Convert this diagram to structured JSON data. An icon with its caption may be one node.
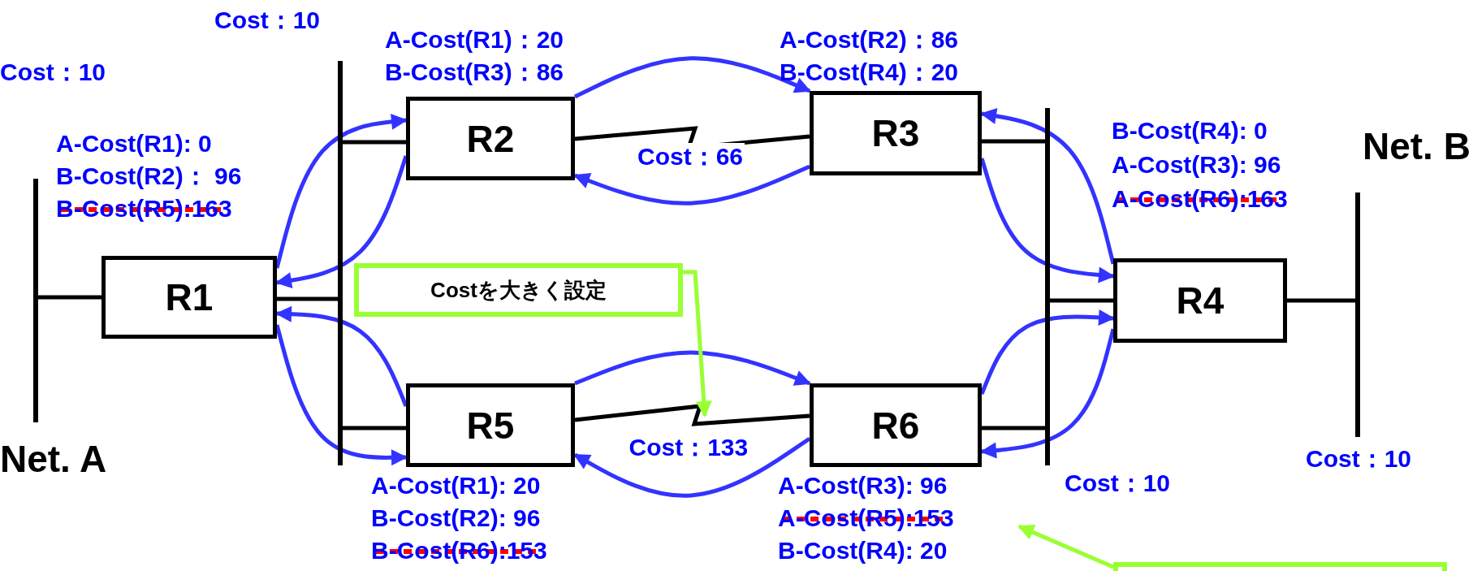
{
  "diagram": {
    "nodes": [
      {
        "text": [],
        "shape": "bar",
        "beside": [
          "Net. A",
          "Cost：10"
        ]
      },
      {
        "text": [
          "R1"
        ],
        "beside": [
          "A-Cost(R1): 0",
          "B-Cost(R2)： 96",
          "B-Cost(R5):163"
        ]
      },
      {
        "text": [],
        "shape": "bar",
        "beside": [
          "Cost：10"
        ]
      },
      {
        "text": [
          "R2"
        ],
        "beside": [
          "A-Cost(R1)：20",
          "B-Cost(R3)：86"
        ]
      },
      {
        "text": [
          "R3"
        ],
        "beside": [
          "A-Cost(R2)：86",
          "B-Cost(R4)：20"
        ]
      },
      {
        "text": [
          "R5"
        ],
        "beside": [
          "A-Cost(R1): 20",
          "B-Cost(R2): 96",
          "B-Cost(R6):153"
        ]
      },
      {
        "text": [
          "R6"
        ],
        "beside": [
          "A-Cost(R3): 96",
          "A-Cost(R5):153",
          "B-Cost(R4): 20"
        ]
      },
      {
        "text": [],
        "shape": "bar",
        "beside": [
          "Cost：10"
        ]
      },
      {
        "text": [
          "R4"
        ],
        "beside": [
          "B-Cost(R4): 0",
          "A-Cost(R3): 96",
          "A-Cost(R6):163"
        ]
      },
      {
        "text": [],
        "shape": "bar",
        "beside": [
          "Net. B",
          "Cost：10"
        ]
      },
      {
        "text": [
          "Costを大きく設定"
        ]
      },
      {
        "text": [],
        "shape": "box"
      }
    ],
    "edges": [
      {
        "from": 0,
        "to": 1,
        "arrow": "none",
        "color": "#000000"
      },
      {
        "from": 1,
        "to": 2,
        "arrow": "none",
        "color": "#000000"
      },
      {
        "from": 2,
        "to": 3,
        "arrow": "none",
        "color": "#000000"
      },
      {
        "from": 2,
        "to": 5,
        "arrow": "none",
        "color": "#000000"
      },
      {
        "from": 3,
        "to": 4,
        "arrow": "none",
        "label": "Cost：66",
        "color": "#000000"
      },
      {
        "from": 5,
        "to": 6,
        "arrow": "none",
        "label": "Cost：133",
        "color": "#000000"
      },
      {
        "from": 4,
        "to": 7,
        "arrow": "none",
        "color": "#000000"
      },
      {
        "from": 6,
        "to": 7,
        "arrow": "none",
        "color": "#000000"
      },
      {
        "from": 7,
        "to": 8,
        "arrow": "none",
        "color": "#000000"
      },
      {
        "from": 8,
        "to": 9,
        "arrow": "none",
        "color": "#000000"
      },
      {
        "from": 1,
        "to": 3,
        "arrow": "to"
      },
      {
        "from": 3,
        "to": 1,
        "arrow": "to"
      },
      {
        "from": 1,
        "to": 5,
        "arrow": "to"
      },
      {
        "from": 5,
        "to": 1,
        "arrow": "to"
      },
      {
        "from": 3,
        "to": 4,
        "arrow": "to"
      },
      {
        "from": 4,
        "to": 3,
        "arrow": "to"
      },
      {
        "from": 5,
        "to": 6,
        "arrow": "to"
      },
      {
        "from": 6,
        "to": 5,
        "arrow": "to"
      },
      {
        "from": 4,
        "to": 8,
        "arrow": "to"
      },
      {
        "from": 8,
        "to": 4,
        "arrow": "to"
      },
      {
        "from": 6,
        "to": 8,
        "arrow": "to"
      },
      {
        "from": 8,
        "to": 6,
        "arrow": "to"
      },
      {
        "from": 10,
        "to": null,
        "arrow": "to",
        "color": "#99ff33"
      },
      {
        "from": 11,
        "to": null,
        "arrow": "to",
        "color": "#99ff33"
      }
    ]
  }
}
